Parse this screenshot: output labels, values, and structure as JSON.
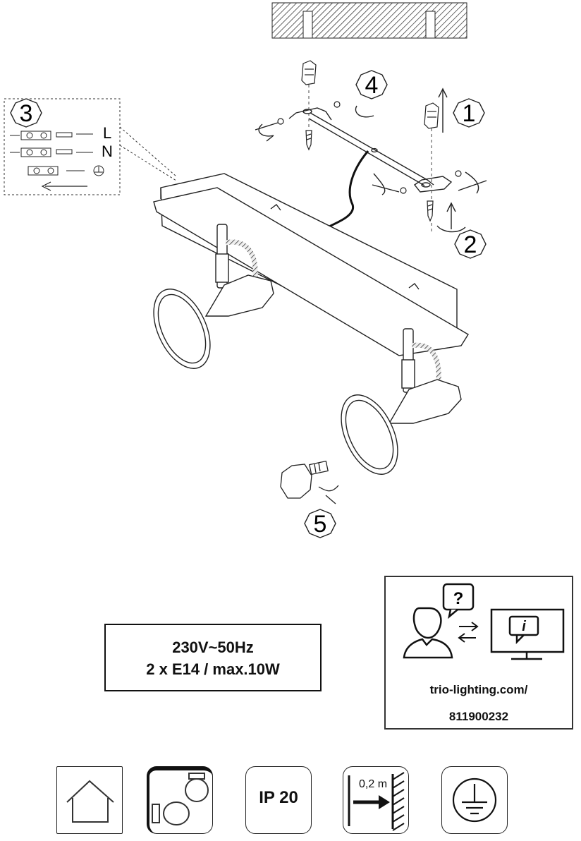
{
  "steps": [
    "1",
    "2",
    "3",
    "4",
    "5"
  ],
  "wiring": {
    "live": "L",
    "neutral": "N"
  },
  "specs": {
    "voltage": "230V~50Hz",
    "bulbs": "2 x E14 / max.10W"
  },
  "info": {
    "url": "trio-lighting.com/",
    "article": "811900232",
    "question_mark": "?",
    "info_symbol": "i"
  },
  "symbols": {
    "ip_rating": "IP 20",
    "min_distance": "0,2 m"
  }
}
